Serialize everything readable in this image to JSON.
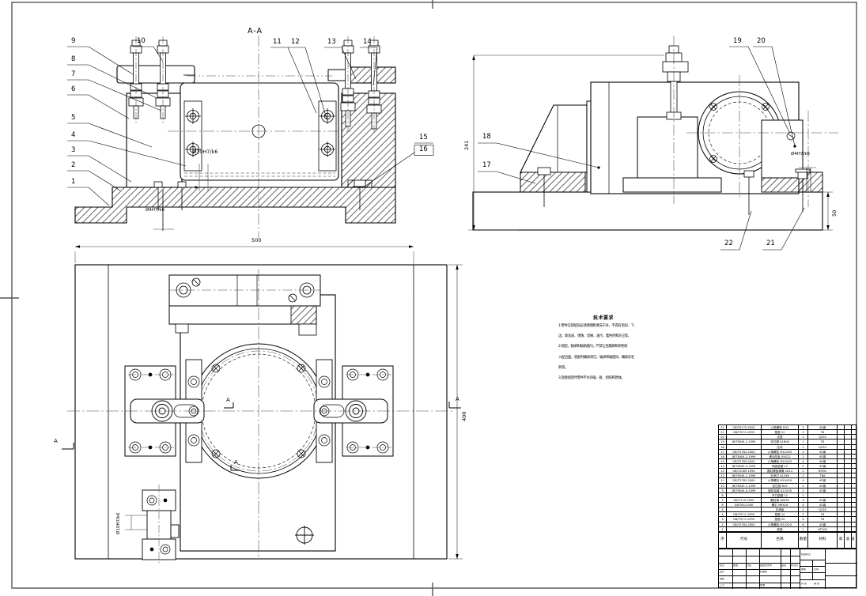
{
  "sheet": {
    "background": "#ffffff",
    "line_color": "#000000",
    "frame_color": "#555555"
  },
  "labels": {
    "section_title": "A-A",
    "mark_a_left": "A",
    "mark_a_right": "A",
    "mark_a_inner_top": "A",
    "mark_a_inner_bottom": "A"
  },
  "balloons": {
    "b1": "1",
    "b2": "2",
    "b3": "3",
    "b4": "4",
    "b5": "5",
    "b6": "6",
    "b7": "7",
    "b8": "8",
    "b9": "9",
    "b10": "10",
    "b11": "11",
    "b12": "12",
    "b13": "13",
    "b14": "14",
    "b15": "15",
    "b16": "16",
    "b17": "17",
    "b18": "18",
    "b19": "19",
    "b20": "20",
    "b21": "21",
    "b22": "22"
  },
  "dims": {
    "front_bore": "Ø10H7/k6",
    "front_pin": "Ø4H7/k6",
    "side_height": "241",
    "side_base_height": "50",
    "side_pin": "Ø4H7/k6",
    "top_width": "500",
    "top_depth": "400",
    "top_pin": "Ø10H7/k6"
  },
  "notes": {
    "title": "技术要求",
    "lines": [
      "1.零件在装配前必须清理和清洗干净，不得有毛刺、飞",
      "边、氧化皮、锈蚀、切屑、油污、着色剂和灰尘等。",
      "2.装配，轴承和轴承座间，严禁让金属屑和杂物进",
      "入配合面，装配时确保清洁，轴承和轴座间，确保去毛",
      "刺等。",
      "3.连接组装时零件不允许磕、碰、划伤和锈蚀。"
    ]
  },
  "bom": {
    "headers": [
      "序号",
      "代号",
      "名称",
      "数量",
      "材料",
      "单件",
      "总计",
      "备注"
    ],
    "weight_header": "重量",
    "rows": [
      [
        "22",
        "GB/T6170-2000",
        "六角螺母 M12",
        "2",
        "45钢",
        "",
        "",
        ""
      ],
      [
        "21",
        "GB/T97.2-1999",
        "垫圈 12",
        "2",
        "T8",
        "",
        "",
        ""
      ],
      [
        "20",
        "",
        "支座",
        "1",
        "Q235",
        "",
        "",
        ""
      ],
      [
        "19",
        "JB/T8044.2-1999",
        "定位键 A18h8",
        "1",
        "T8",
        "",
        "",
        ""
      ],
      [
        "18",
        "",
        "压块",
        "1",
        "Q235",
        "",
        "",
        ""
      ],
      [
        "17",
        "GB/T5782-2000",
        "六角螺栓 M12X30",
        "2",
        "45钢",
        "",
        "",
        ""
      ],
      [
        "16",
        "JB/T8004.2-1999",
        "移动压板 45X22",
        "2",
        "45钢",
        "",
        "",
        ""
      ],
      [
        "15",
        "GB/T5783-2000",
        "六角螺栓 M10X25",
        "4",
        "45钢",
        "",
        "",
        ""
      ],
      [
        "14",
        "JB/T8004.4-1999",
        "球面垫圈 12",
        "2",
        "45钢",
        "",
        "",
        ""
      ],
      [
        "13",
        "GB/T2089-1994",
        "圆柱螺旋弹簧 2X14",
        "2",
        "65Mn",
        "",
        "",
        ""
      ],
      [
        "12",
        "JB/T8044.1-1999",
        "支承钉 A12X6",
        "2",
        "T8A",
        "",
        "",
        ""
      ],
      [
        "11",
        "GB/T5782-2000",
        "六角螺栓 M10X20",
        "4",
        "45钢",
        "",
        "",
        ""
      ],
      [
        "10",
        "JB/T8045.1-1999",
        "定位销 B10",
        "2",
        "45钢",
        "",
        "",
        ""
      ],
      [
        "9",
        "JB/T8044.4-1999",
        "固定钻套 A12X18",
        "2",
        "45钢",
        "",
        "",
        ""
      ],
      [
        "8",
        "",
        "开口垫圈 12",
        "2",
        "",
        "",
        "",
        ""
      ],
      [
        "7",
        "GB/T119-2000",
        "圆柱销 A6X30",
        "4",
        "45钢",
        "",
        "",
        ""
      ],
      [
        "6",
        "GB/T65-2000",
        "螺钉 M6X16",
        "4",
        "45钢",
        "",
        "",
        ""
      ],
      [
        "5",
        "",
        "支承板",
        "2",
        "Q235",
        "",
        "",
        ""
      ],
      [
        "4",
        "GB/T97.2-1999",
        "垫圈 10",
        "2",
        "T8",
        "",
        "",
        ""
      ],
      [
        "3",
        "GB/T97.2-1999",
        "垫圈 20",
        "4",
        "T8",
        "",
        "",
        ""
      ],
      [
        "2",
        "GB/T5782-2000",
        "六角螺栓 M12X20",
        "6",
        "45钢",
        "",
        "",
        ""
      ],
      [
        "1",
        "",
        "底座",
        "1",
        "HT200",
        "",
        "",
        ""
      ]
    ]
  },
  "title_block": {
    "row_labels": [
      "标记",
      "处数",
      "分区",
      "更改文件号",
      "签名",
      "年月日"
    ],
    "design": "设计",
    "draw": "制图",
    "check": "审核",
    "process": "工艺",
    "standardize": "标准化",
    "approve": "批准",
    "stage": "阶段标记",
    "weight": "重量",
    "scale": "比例",
    "total": "共 张",
    "page": "第 张"
  }
}
